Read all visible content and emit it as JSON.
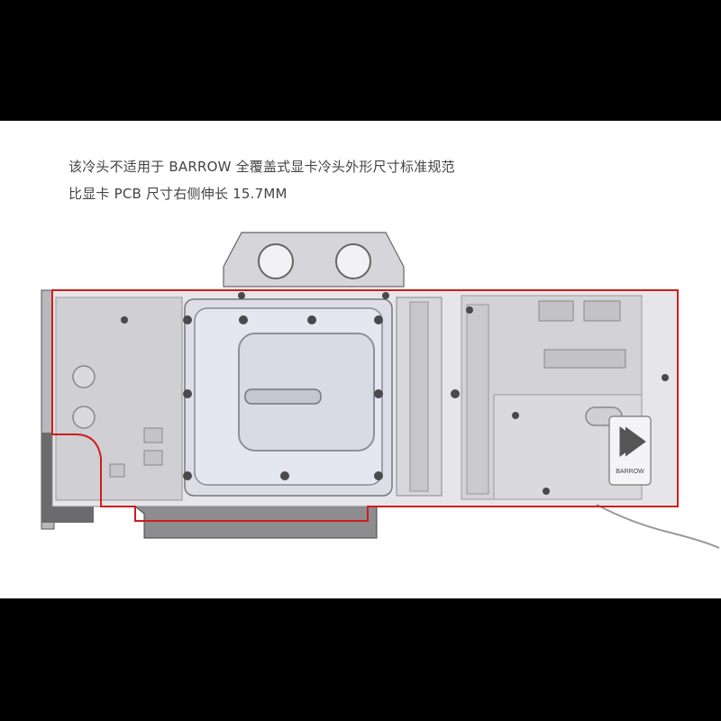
{
  "caption": {
    "line1": "该冷头不适用于 BARROW 全覆盖式显卡冷头外形尺寸标准规范",
    "line2": "比显卡 PCB 尺寸右侧伸长 15.7MM"
  },
  "logo": {
    "text": "BARROW"
  },
  "colors": {
    "background": "#000000",
    "panel": "#ffffff",
    "outline": "#d01c1c",
    "block": "#e9e9ec",
    "metal": "#cfcfd4",
    "screw": "#555555"
  }
}
